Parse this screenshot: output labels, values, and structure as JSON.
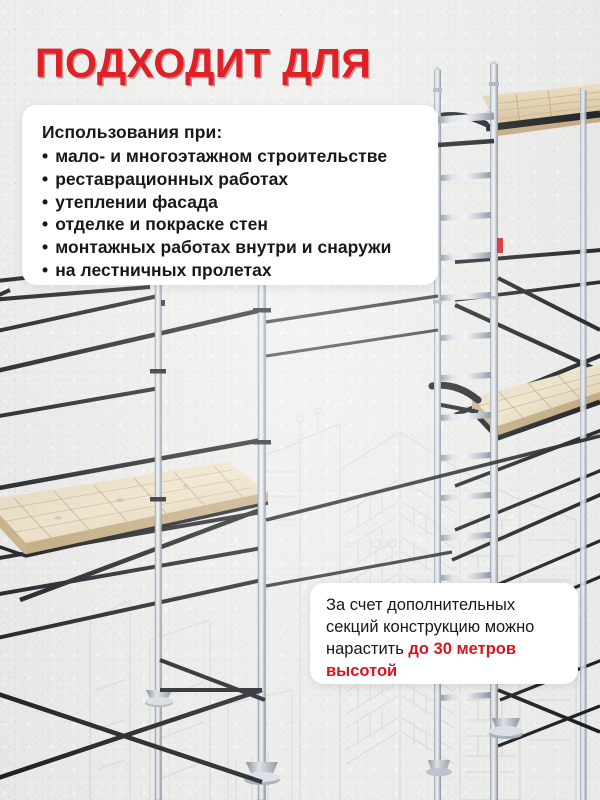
{
  "headline": "ПОДХОДИТ ДЛЯ",
  "colors": {
    "accent_red": "#e01f26",
    "highlight_red": "#d8151f",
    "text_dark": "#16181c",
    "background": "#f2f2f0",
    "card_white": "#ffffff",
    "pipe_dark": "#1d1f24",
    "pipe_light": "#b9c0c9",
    "wood": "#e6d4b2"
  },
  "list_card": {
    "title": "Использования при:",
    "bullet_glyph": "•",
    "items": [
      "мало- и многоэтажном строительстве",
      "реставрационных работах",
      "утеплении фасада",
      "отделке и покраске стен",
      "монтажных работах внутри и снаружи",
      "на лестничных пролетах"
    ]
  },
  "note_card": {
    "text_plain": "За счет дополнительных секций конструкцию можно нарастить ",
    "text_highlight": "до 30 метров высотой"
  },
  "illustration": {
    "scene": "construction-scaffolding",
    "elements": [
      "left-scaffold-frame",
      "left-wooden-deck",
      "right-scaffold-tower",
      "right-wooden-deck-top",
      "right-wooden-deck-middle",
      "access-ladder",
      "diagonal-braces",
      "base-plates",
      "background-building-outlines"
    ],
    "label_sticker_color": "#d8151f"
  }
}
